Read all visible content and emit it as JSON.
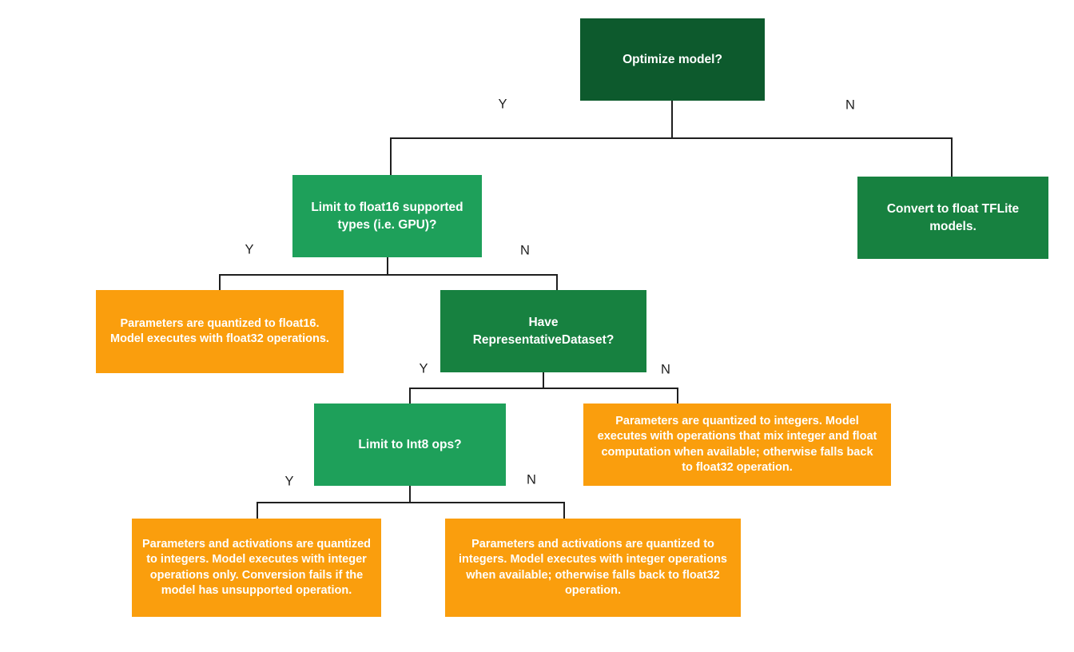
{
  "colors": {
    "decision_dark_green": "#0d5a2d",
    "decision_mid_green": "#178140",
    "decision_light_green": "#1ea05a",
    "result_orange": "#fa9e0d",
    "connector_line": "#1f1f1f",
    "node_text": "#ffffff",
    "branch_label_text": "#1f1f1f",
    "background": "#ffffff"
  },
  "nodes": {
    "optimize": {
      "text": "Optimize model?",
      "type": "decision"
    },
    "float16": {
      "text": "Limit to float16 supported types (i.e. GPU)?",
      "type": "decision"
    },
    "convert_float": {
      "text": "Convert to float TFLite models.",
      "type": "terminal"
    },
    "float16_result": {
      "text": "Parameters are quantized to float16. Model executes with float32 operations.",
      "type": "result"
    },
    "rep_dataset": {
      "text": "Have RepresentativeDataset?",
      "type": "decision"
    },
    "int8": {
      "text": "Limit to Int8 ops?",
      "type": "decision"
    },
    "mixed_result": {
      "text": "Parameters are quantized to integers. Model executes with operations that mix integer and float computation when available; otherwise falls back to float32 operation.",
      "type": "result"
    },
    "int_only_result": {
      "text": "Parameters and activations are quantized to integers. Model executes with integer operations only. Conversion fails if the model has unsupported operation.",
      "type": "result"
    },
    "int_fallback_result": {
      "text": "Parameters and activations are quantized to integers. Model executes with integer operations when available; otherwise falls back to float32 operation.",
      "type": "result"
    }
  },
  "branch_labels": {
    "optimize_yes": "Y",
    "optimize_no": "N",
    "float16_yes": "Y",
    "float16_no": "N",
    "rep_dataset_yes": "Y",
    "rep_dataset_no": "N",
    "int8_yes": "Y",
    "int8_no": "N"
  }
}
